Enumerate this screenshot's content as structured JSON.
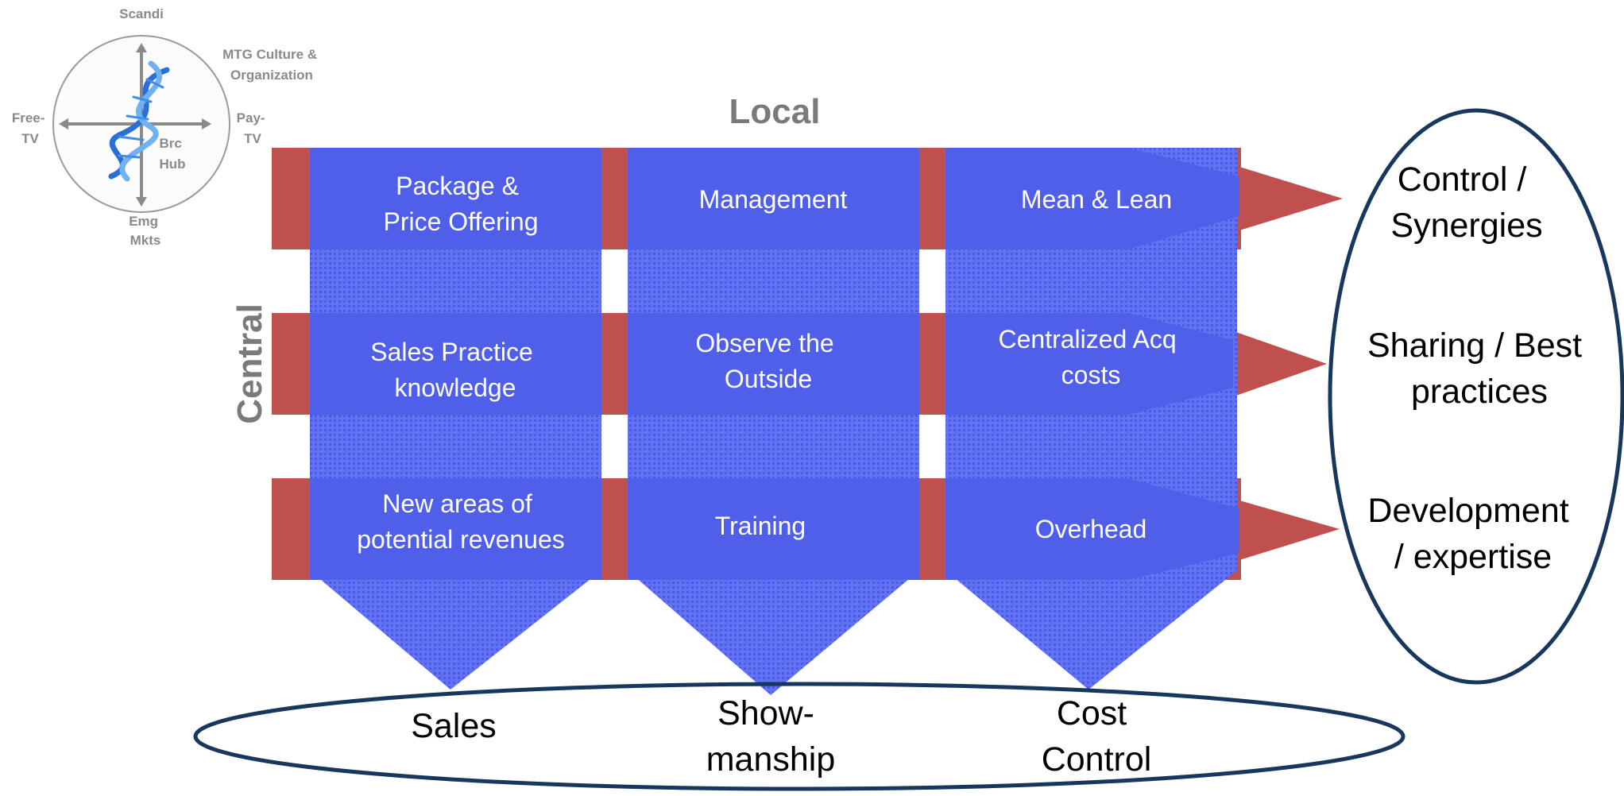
{
  "colors": {
    "cell_blue": "#4f5fea",
    "column_blue": "#5b6df0",
    "band_red": "#c0504d",
    "oval_stroke": "#17375e",
    "axis_gray": "#7a7a7a"
  },
  "mini_compass": {
    "top": "Scandi",
    "top_right": [
      "MTG Culture &",
      "Organization"
    ],
    "left": [
      "Free-",
      "TV"
    ],
    "right": [
      "Pay-",
      "TV"
    ],
    "center": [
      "Brc",
      "Hub"
    ],
    "bottom": [
      "Emg",
      "Mkts"
    ],
    "center_icon": "dna-helix-icon"
  },
  "axes": {
    "top_label": "Local",
    "left_label": "Central"
  },
  "grid": {
    "rows": [
      {
        "cells": [
          [
            "Package &",
            "Price Offering"
          ],
          [
            "Management"
          ],
          [
            "Mean & Lean"
          ]
        ]
      },
      {
        "cells": [
          [
            "Sales Practice",
            "knowledge"
          ],
          [
            "Observe the",
            "Outside"
          ],
          [
            "Centralized Acq",
            "costs"
          ]
        ]
      },
      {
        "cells": [
          [
            "New areas of",
            "potential revenues"
          ],
          [
            "Training"
          ],
          [
            "Overhead"
          ]
        ]
      }
    ]
  },
  "bottom_oval": {
    "items": [
      [
        "Sales"
      ],
      [
        "Show-",
        "manship"
      ],
      [
        "Cost",
        "Control"
      ]
    ]
  },
  "right_oval": {
    "items": [
      [
        "Control /",
        "Synergies"
      ],
      [
        "Sharing / Best",
        "practices"
      ],
      [
        "Development",
        "/ expertise"
      ]
    ]
  }
}
